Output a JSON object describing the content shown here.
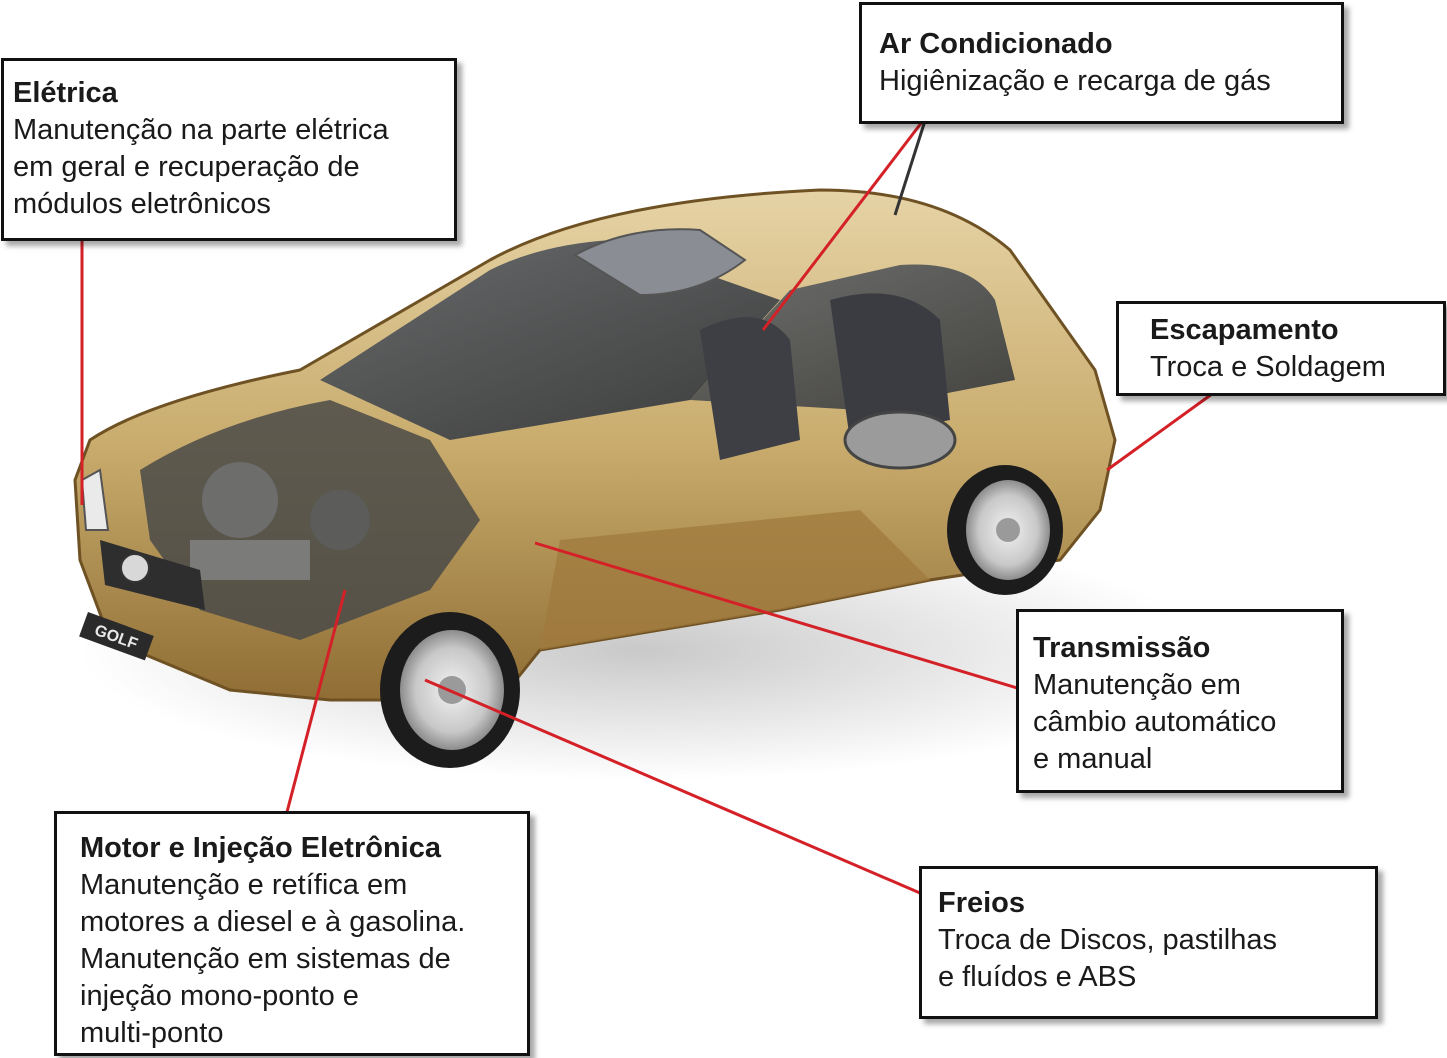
{
  "accent_color": "#d42027",
  "car": {
    "badge": "GOLF"
  },
  "callouts": [
    {
      "id": "eletrica",
      "title": "Elétrica",
      "lines": [
        "Manutenção na parte elétrica",
        "em geral e recuperação de",
        "módulos eletrônicos"
      ]
    },
    {
      "id": "ar",
      "title": "Ar Condicionado",
      "lines": [
        "Higiênização e recarga de gás"
      ]
    },
    {
      "id": "escapamento",
      "title": "Escapamento",
      "lines": [
        "Troca e Soldagem"
      ]
    },
    {
      "id": "transmissao",
      "title": "Transmissão",
      "lines": [
        "Manutenção em",
        "câmbio automático",
        "e manual"
      ]
    },
    {
      "id": "motor",
      "title": "Motor e Injeção Eletrônica",
      "lines": [
        "Manutenção e retífica em",
        "motores a diesel e à gasolina.",
        "Manutenção em sistemas de",
        "injeção mono-ponto e",
        "multi-ponto"
      ]
    },
    {
      "id": "freios",
      "title": "Freios",
      "lines": [
        "Troca de Discos, pastilhas",
        "e fluídos e ABS"
      ]
    }
  ]
}
